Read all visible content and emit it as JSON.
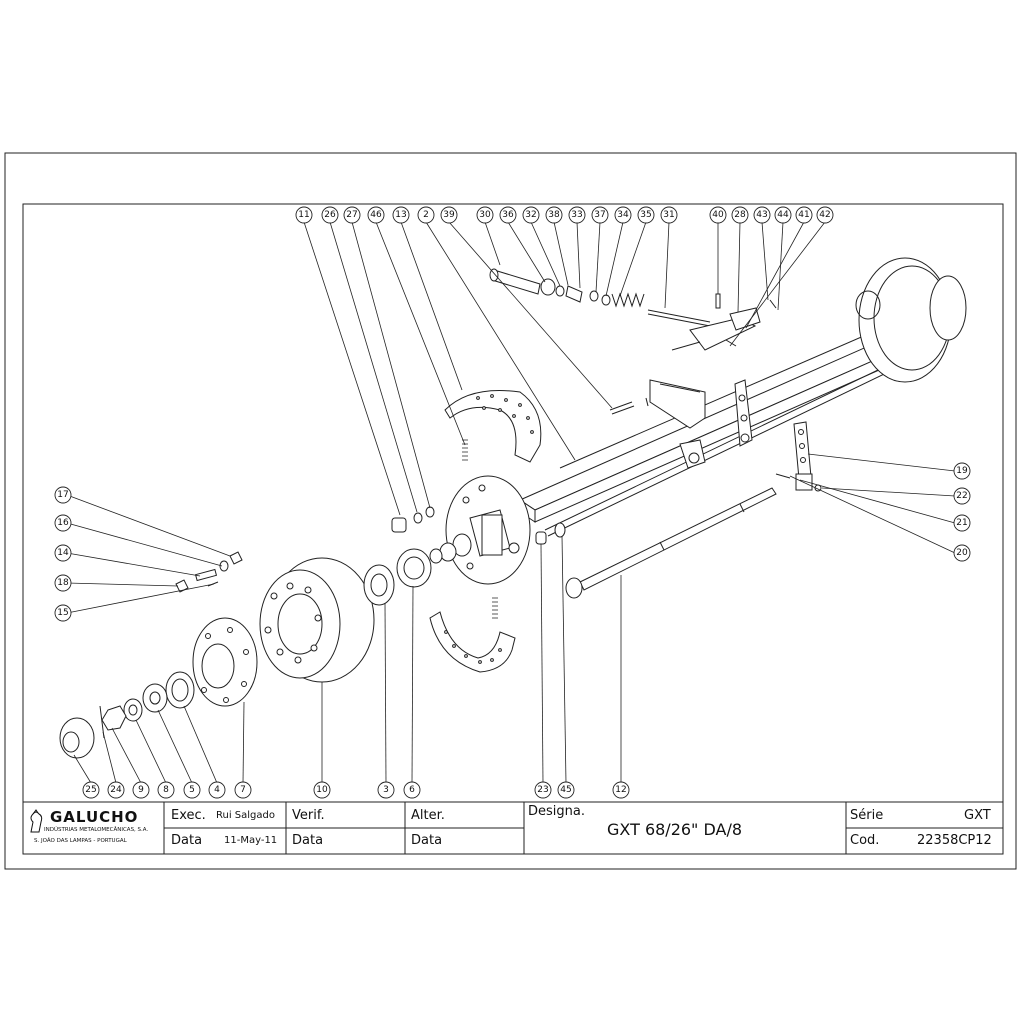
{
  "title_block": {
    "company_name": "GALUCHO",
    "company_line1": "INDÚSTRIAS METALOMECÂNICAS, S.A.",
    "company_line2": "S. JOÃO DAS LAMPAS - PORTUGAL",
    "exec_label": "Exec.",
    "exec_value": "Rui Salgado",
    "verif_label": "Verif.",
    "alter_label": "Alter.",
    "designa_label": "Designa.",
    "designation": "GXT 68/26\" DA/8",
    "serie_label": "Série",
    "serie_value": "GXT",
    "data_label_1": "Data",
    "data_value_1": "11-May-11",
    "data_label_2": "Data",
    "data_label_3": "Data",
    "cod_label": "Cod.",
    "cod_value": "22358CP12"
  },
  "balloons": {
    "top": [
      "11",
      "26",
      "27",
      "46",
      "13",
      "2",
      "39",
      "30",
      "36",
      "32",
      "38",
      "33",
      "37",
      "34",
      "35",
      "31",
      "40",
      "28",
      "43",
      "44",
      "41",
      "42"
    ],
    "left": [
      "17",
      "16",
      "14",
      "18",
      "15"
    ],
    "right": [
      "19",
      "22",
      "21",
      "20"
    ],
    "bottom": [
      "25",
      "24",
      "9",
      "8",
      "5",
      "4",
      "7",
      "10",
      "3",
      "6",
      "23",
      "45",
      "12"
    ]
  }
}
